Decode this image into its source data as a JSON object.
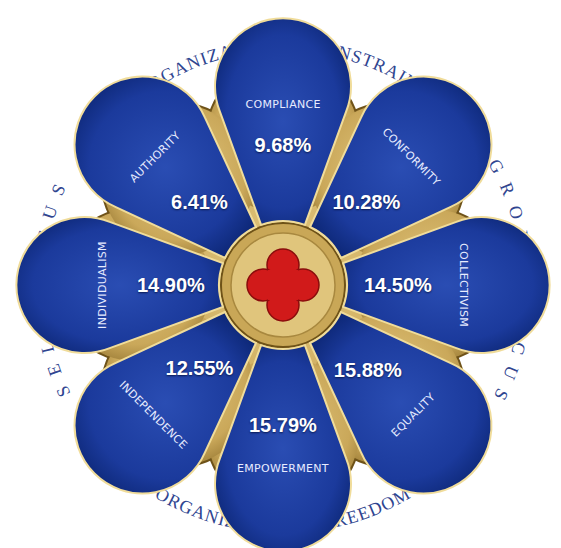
{
  "diagram": {
    "nodes": [
      {
        "text": [
          "COMPLIANCE",
          "9.68%"
        ]
      },
      {
        "text": [
          "CONFORMITY",
          "10.28%"
        ]
      },
      {
        "text": [
          "COLLECTIVISM",
          "14.50%"
        ]
      },
      {
        "text": [
          "EQUALITY",
          "15.88%"
        ]
      },
      {
        "text": [
          "EMPOWERMENT",
          "15.79%"
        ]
      },
      {
        "text": [
          "INDEPENDENCE",
          "12.55%"
        ]
      },
      {
        "text": [
          "INDIVIDUALISM",
          "14.90%"
        ]
      },
      {
        "text": [
          "AUTHORITY",
          "6.41%"
        ]
      }
    ],
    "labels": [
      "ORGANIZATIONAL CONSTRAINT",
      "GROUP FOCUS",
      "ORGANIZATIONAL FREEDOM",
      "SELF FOCUS"
    ]
  }
}
